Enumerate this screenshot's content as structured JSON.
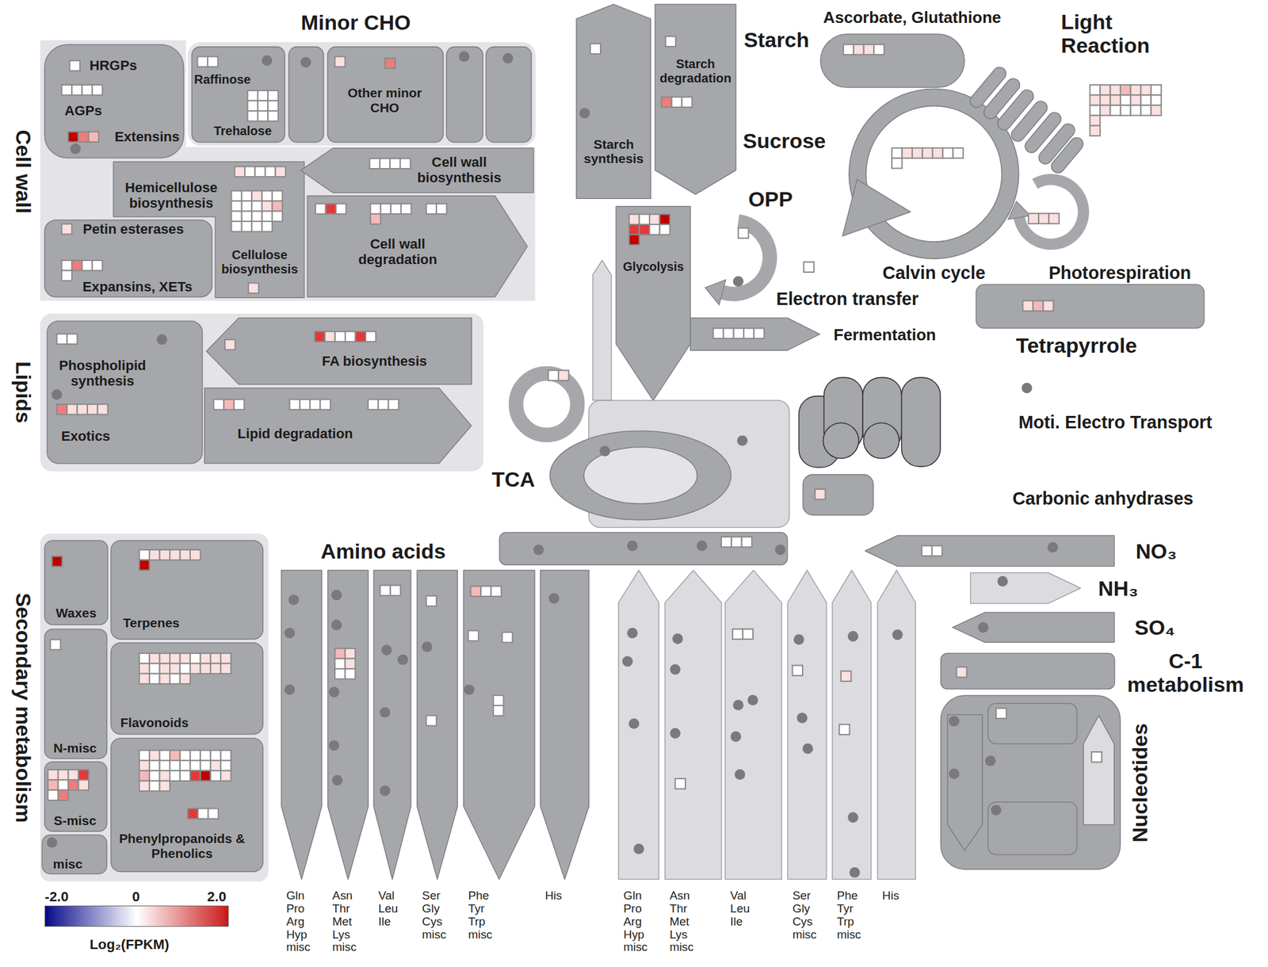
{
  "diagram": {
    "nodes": [
      {
        "text": [
          "Cell wall"
        ]
      },
      {
        "text": [
          "HRGPs",
          "AGPs",
          "Extensins"
        ],
        "in": 0
      },
      {
        "text": [
          "Petin esterases",
          "Expansins, XETs"
        ],
        "in": 0
      },
      {
        "text": [
          "Hemicellulose biosynthesis",
          "Cellulose biosynthesis"
        ],
        "in": 0
      },
      {
        "text": [
          "Cell wall biosynthesis"
        ],
        "in": 0
      },
      {
        "text": [
          "Cell wall degradation"
        ],
        "in": 0
      },
      {
        "text": [
          "Minor CHO",
          "Raffinose",
          "Trehalose",
          "Other minor CHO"
        ]
      },
      {
        "text": [
          "Lipids"
        ]
      },
      {
        "text": [
          "Phospholipid synthesis",
          "Exotics"
        ],
        "in": 7
      },
      {
        "text": [
          "FA biosynthesis"
        ],
        "in": 7
      },
      {
        "text": [
          "Lipid degradation"
        ],
        "in": 7
      },
      {
        "text": [
          "Starch synthesis"
        ]
      },
      {
        "text": [
          "Starch degradation"
        ]
      },
      {
        "text": [
          "Ascorbate, Glutathione"
        ]
      },
      {
        "text": [
          "Glycolysis"
        ]
      },
      {
        "text": [
          "Fermentation"
        ]
      },
      {
        "text": [
          "Tetrapyrrole"
        ]
      },
      {
        "text": [
          "TCA"
        ]
      },
      {
        "text": [
          "Amino acids"
        ]
      },
      {
        "text": [
          "NO₃"
        ]
      },
      {
        "text": [
          "NH₃"
        ]
      },
      {
        "text": [
          "SO₄"
        ]
      },
      {
        "text": [
          "C-1 metabolism"
        ]
      },
      {
        "text": [
          "Nucleotides"
        ]
      },
      {
        "text": [
          "Secondary metabolism"
        ]
      },
      {
        "text": [
          "Waxes"
        ],
        "in": 24
      },
      {
        "text": [
          "Terpenes"
        ],
        "in": 24
      },
      {
        "text": [
          "N-misc"
        ],
        "in": 24
      },
      {
        "text": [
          "Flavonoids"
        ],
        "in": 24
      },
      {
        "text": [
          "S-misc"
        ],
        "in": 24
      },
      {
        "text": [
          "Phenylpropanoids & Phenolics"
        ],
        "in": 24
      },
      {
        "text": [
          "misc"
        ],
        "in": 24
      },
      {
        "text": [
          "Gln Pro Arg Hyp misc"
        ]
      },
      {
        "text": [
          "Asn Thr Met Lys misc"
        ]
      },
      {
        "text": [
          "Val Leu Ile"
        ]
      },
      {
        "text": [
          "Ser Gly Cys misc"
        ]
      },
      {
        "text": [
          "Phe Tyr Trp misc"
        ]
      },
      {
        "text": [
          "His"
        ]
      },
      {
        "text": [
          "Gln Pro Arg Hyp misc"
        ]
      },
      {
        "text": [
          "Asn Thr Met Lys misc"
        ]
      },
      {
        "text": [
          "Val Leu Ile"
        ]
      },
      {
        "text": [
          "Ser Gly Cys misc"
        ]
      },
      {
        "text": [
          "Phe Tyr Trp misc"
        ]
      },
      {
        "text": [
          "His"
        ]
      }
    ],
    "labels": [
      "Starch",
      "Sucrose",
      "Light Reaction",
      "OPP",
      "Calvin cycle",
      "Photorespiration",
      "Electron transfer",
      "Moti. Electro Transport",
      "Carbonic anhydrases",
      "Log₂(FPKM)"
    ],
    "legend": [
      {
        "text": "-2.0",
        "color": "#0a0a8c"
      },
      {
        "text": "0",
        "color": "#ffffff"
      },
      {
        "text": "2.0",
        "color": "#cc1a1a"
      }
    ]
  }
}
